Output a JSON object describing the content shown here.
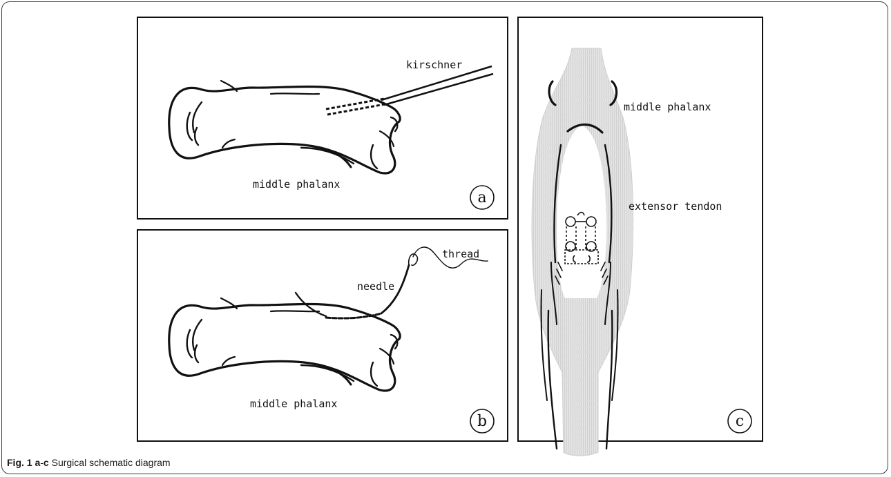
{
  "panels": {
    "a": {
      "letter": "a",
      "labels": {
        "tool": "kirschner",
        "bone": "middle phalanx"
      }
    },
    "b": {
      "letter": "b",
      "labels": {
        "needle": "needle",
        "thread": "thread",
        "bone": "middle phalanx"
      }
    },
    "c": {
      "letter": "c",
      "labels": {
        "bone": "middle phalanx",
        "tendon": "extensor tendon"
      }
    }
  },
  "caption": {
    "fig": "Fig. 1",
    "range_start": "a",
    "dash": "-",
    "range_end": "c",
    "text": " Surgical schematic diagram"
  }
}
